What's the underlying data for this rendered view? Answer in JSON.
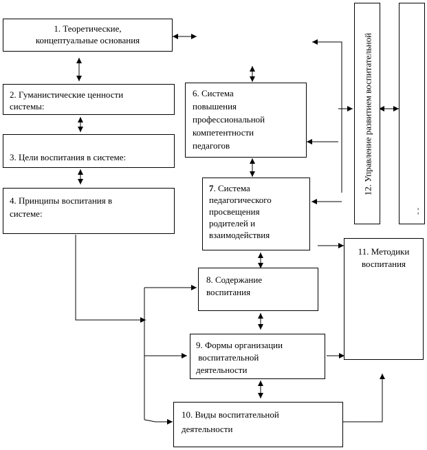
{
  "boxes": {
    "b1": "1. Теоретические,\nконцептуальные основания",
    "b2": "2. Гуманистические ценности\nсистемы:",
    "b3": "3. Цели воспитания в системе:",
    "b4": "4. Принципы воспитания в\nсистеме:",
    "b6": "6. Система\nповышения\nпрофессиональной\nкомпетентности\nпедагогов",
    "b7_num": "7",
    "b7": ". Система\nпедагогического\nпросвещения\nродителей и\nвзаимодействия",
    "b8": "8. Содержание\nвоспитания",
    "b9": "9. Формы организации\n воспитательной\nдеятельности",
    "b10": "10. Виды воспитательной\nдеятельности",
    "b11": "11. Методики\nвоспитания",
    "b12": "12. Управление развитием воспитательной",
    "b12_right": "- -"
  }
}
